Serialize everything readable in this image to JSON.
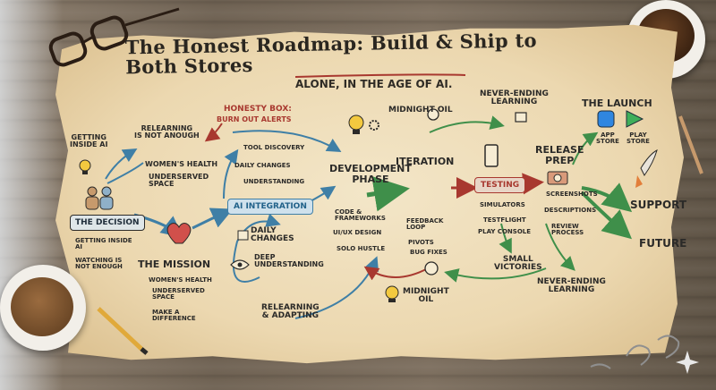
{
  "title": "The Honest Roadmap: Build & Ship to Both Stores",
  "subtitle": "Alone, in the age of AI.",
  "honesty_box": {
    "title": "Honesty Box:",
    "text": "Burn out alerts"
  },
  "getting_inside": "Getting\ninside AI",
  "relearning": "Relearning\nis not anough",
  "womens_health_top": "Women's Health",
  "underserved_top": "Underserved\nspace",
  "decision": {
    "label": "The Decision",
    "items": [
      "Getting inside AI",
      "Watching is not enough"
    ]
  },
  "mission": {
    "label": "The Mission",
    "items": [
      "Women's Health",
      "Underserved space",
      "Make a difference"
    ]
  },
  "tool_discovery": "Tool discovery",
  "daily_changes_top": "Daily changes",
  "understanding_top": "Understanding",
  "ai_integration": "AI Integration",
  "daily_changes_bottom": "Daily\nchanges",
  "deep_understanding": "Deep\nunderstanding",
  "relearning_adapting": "Relearning\n& adapting",
  "development": {
    "label": "Development\nphase",
    "items": [
      "Code & Frameworks",
      "UI/UX Design",
      "Solo hustle"
    ]
  },
  "midnight_oil_top": "Midnight oil",
  "never_ending_top": "Never-ending\nlearning",
  "iteration": {
    "label": "Iteration",
    "items": [
      "Feedback loop",
      "Pivots",
      "Bug fixes"
    ]
  },
  "midnight_oil_bottom": "Midnight\noil",
  "testing": {
    "label": "Testing",
    "items": [
      "Simulators",
      "TestFlight",
      "Play Console"
    ]
  },
  "small_victories": "Small\nvictories",
  "release_prep": {
    "label": "Release\nprep",
    "items": [
      "Screenshots",
      "Descriptions",
      "Review\nprocess"
    ]
  },
  "never_ending_bottom": "Never-ending\nlearning",
  "launch": {
    "label": "The Launch",
    "app_store": "App\nstore",
    "play_store": "Play\nstore"
  },
  "support": "Support",
  "future": "Future",
  "icons": [
    "glasses-icon",
    "coffee-cup-icon",
    "pencil-icon",
    "paperclip-icon",
    "lightbulb-icon",
    "clock-icon",
    "phone-icon",
    "camera-icon",
    "rocket-icon",
    "heart-icon",
    "eye-icon",
    "people-icon",
    "calendar-icon",
    "gear-icon",
    "book-icon"
  ],
  "colors": {
    "ink": "#2b2a28",
    "arrow_blue": "#3f7fa6",
    "arrow_green": "#3f8f4a",
    "red": "#a8382f",
    "paper": "#ecd8b0"
  }
}
